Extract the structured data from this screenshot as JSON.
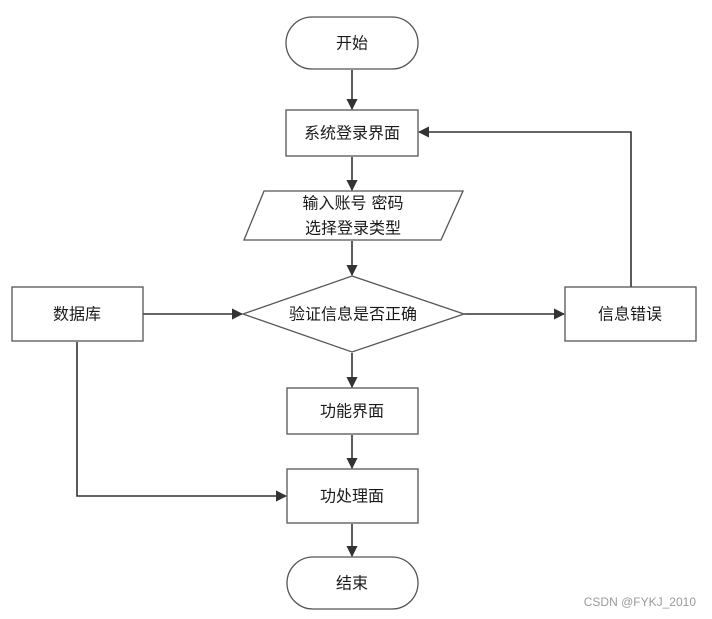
{
  "nodes": {
    "start": "开始",
    "login": "系统登录界面",
    "input_line1": "输入账号 密码",
    "input_line2": "选择登录类型",
    "database": "数据库",
    "verify": "验证信息是否正确",
    "error": "信息错误",
    "function": "功能界面",
    "process": "功处理面",
    "end": "结束"
  },
  "watermark": "CSDN @FYKJ_2010"
}
